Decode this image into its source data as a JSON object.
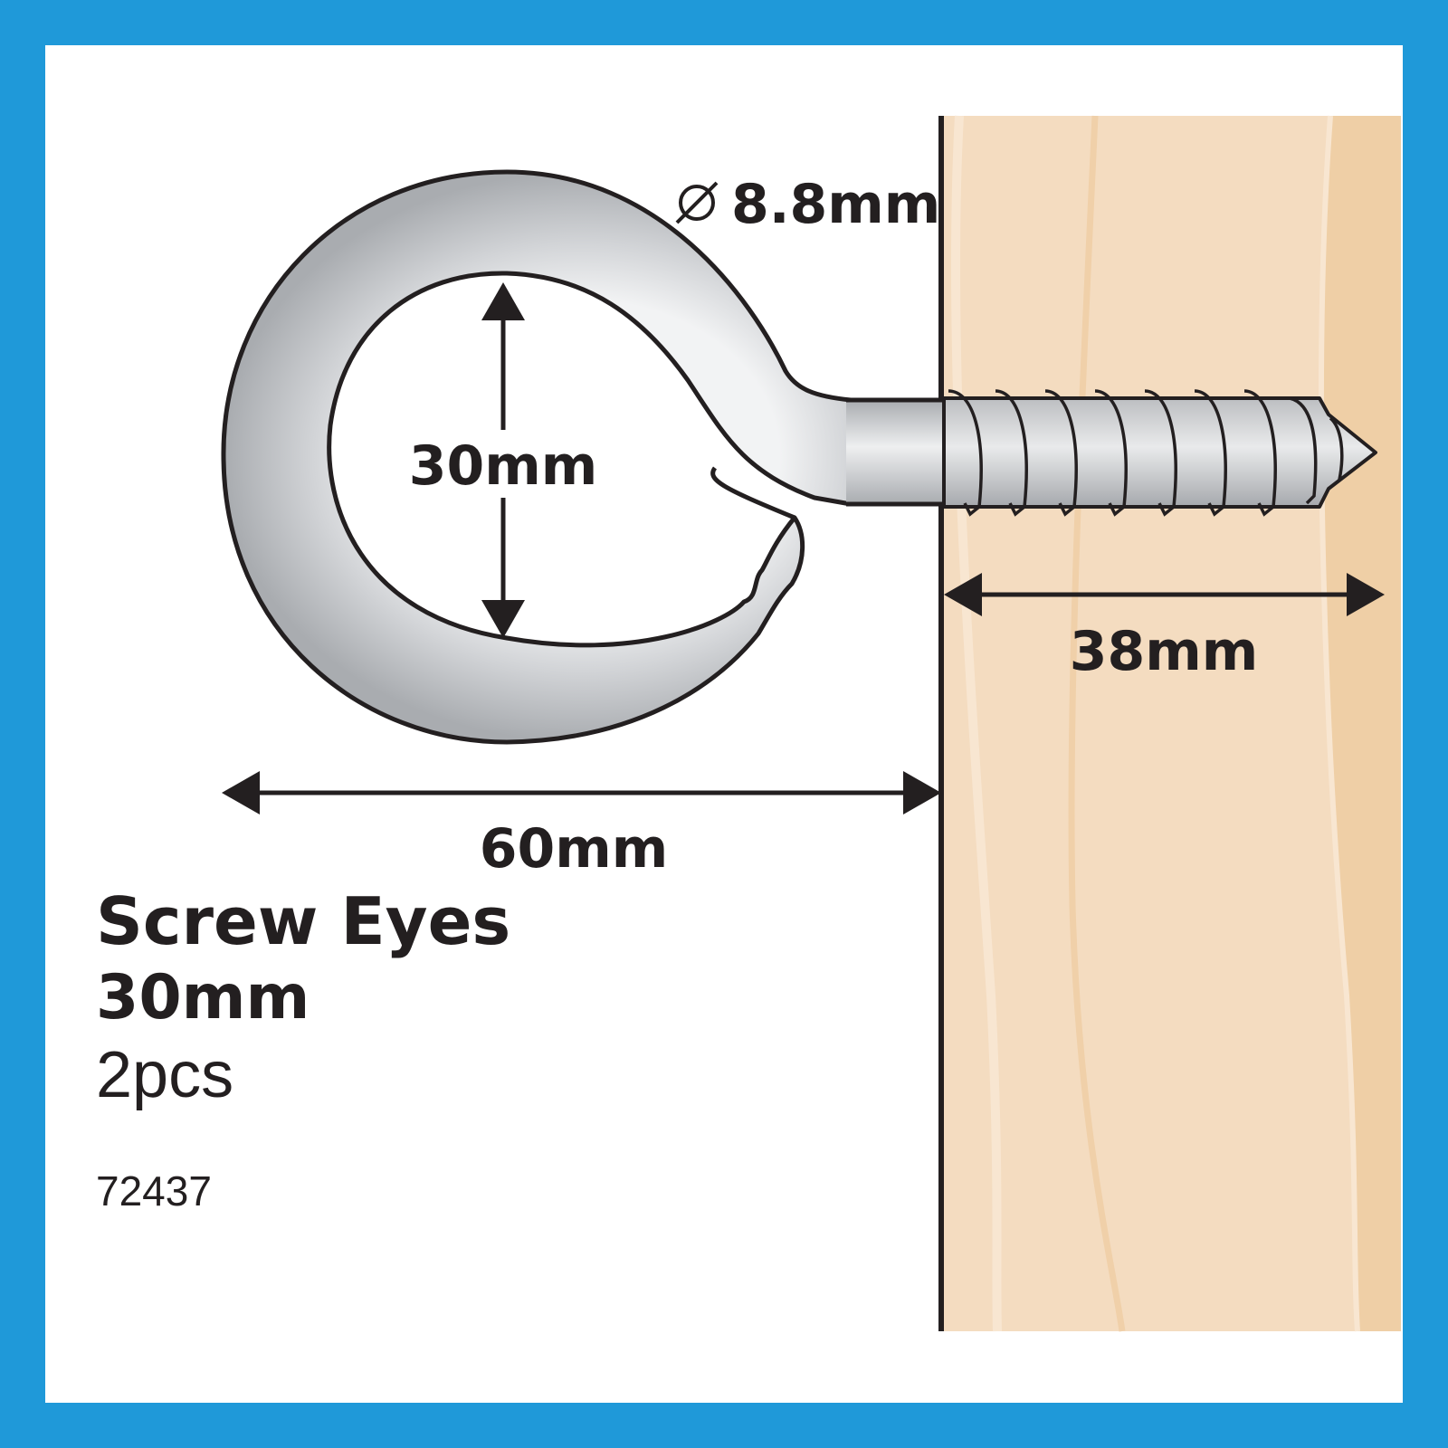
{
  "dimensions": {
    "wire_diameter": "8.8mm",
    "eye_inner": "30mm",
    "thread_length": "38mm",
    "overall_length": "60mm"
  },
  "product": {
    "name": "Screw Eyes",
    "size": "30mm",
    "quantity": "2pcs",
    "code": "72437"
  },
  "colors": {
    "border": "#1f99d9",
    "wood": "#f4dcc0",
    "metal": "#c5c7ca",
    "ink": "#231f20"
  },
  "icons": {
    "diameter": "diameter-symbol-icon"
  }
}
